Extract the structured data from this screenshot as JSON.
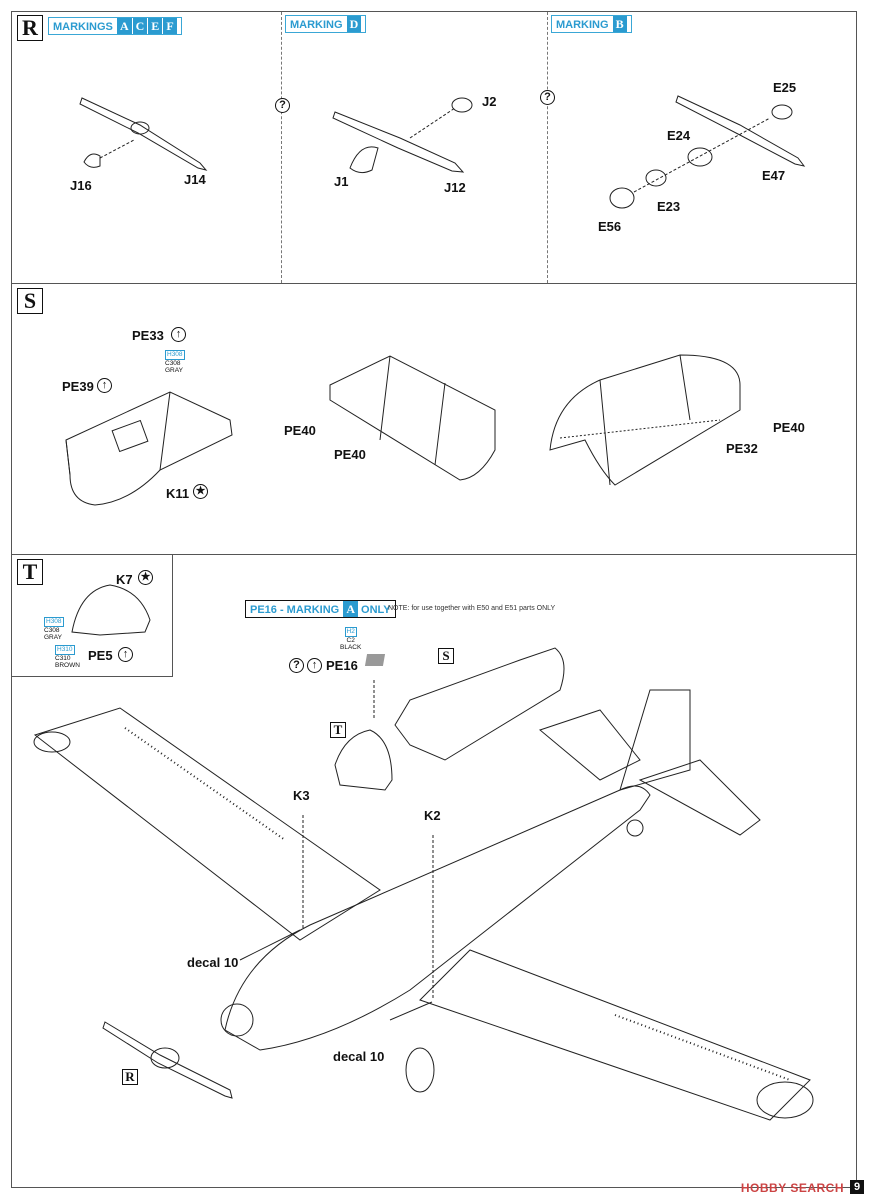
{
  "sections": {
    "R": {
      "letter": "R",
      "markings_ACEF": {
        "text": "MARKINGS",
        "letters": [
          "A",
          "C",
          "E",
          "F"
        ]
      },
      "marking_D": {
        "text": "MARKING",
        "letter": "D"
      },
      "marking_B": {
        "text": "MARKING",
        "letter": "B"
      },
      "parts_left": [
        "J16",
        "J14"
      ],
      "parts_mid": [
        "J2",
        "J1",
        "J12"
      ],
      "parts_right": [
        "E25",
        "E24",
        "E47",
        "E23",
        "E56"
      ]
    },
    "S": {
      "letter": "S",
      "parts": [
        "PE33",
        "PE39",
        "K11",
        "PE40",
        "PE40",
        "PE40",
        "PE32"
      ],
      "paint": {
        "h": "H308",
        "c": "C308",
        "name": "GRAY"
      }
    },
    "T": {
      "letter": "T",
      "parts": [
        "K7",
        "PE5"
      ],
      "paint1": {
        "h": "H308",
        "c": "C308",
        "name": "GRAY"
      },
      "paint2": {
        "h": "H310",
        "c": "C310",
        "name": "BROWN"
      }
    },
    "main": {
      "pe16_header": {
        "text": "PE16 - MARKING",
        "letter": "A",
        "suffix": "ONLY"
      },
      "note": "NOTE: for use together with E50 and E51 parts ONLY",
      "pe16_paint": {
        "h": "H2",
        "c": "C2",
        "name": "BLACK"
      },
      "pe16_label": "PE16",
      "ref_S": "S",
      "ref_T": "T",
      "ref_R": "R",
      "k3": "K3",
      "k2": "K2",
      "decal1": "decal 10",
      "decal2": "decal 10"
    }
  },
  "page_number": "9",
  "watermark": "HOBBY SEARCH"
}
